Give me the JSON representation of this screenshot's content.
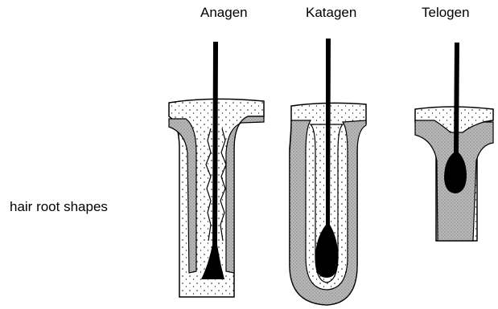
{
  "stages": {
    "anagen": "Anagen",
    "katagen": "Katagen",
    "telogen": "Telogen"
  },
  "side_label": "hair root shapes"
}
